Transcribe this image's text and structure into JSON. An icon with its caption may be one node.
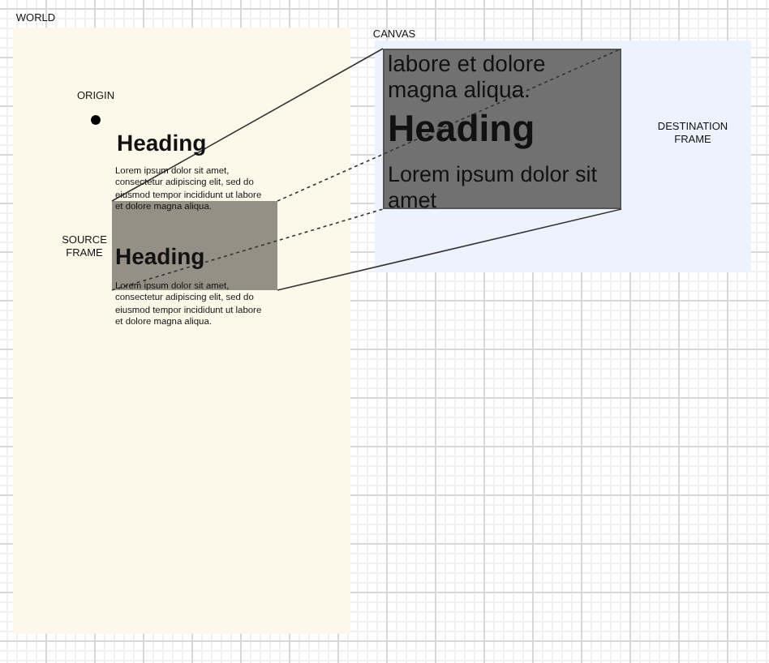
{
  "diagram": {
    "nodes": [
      {
        "text": [
          "WORLD"
        ]
      },
      {
        "text": [
          "ORIGIN"
        ],
        "in": 0
      },
      {
        "text": [
          "SOURCE FRAME"
        ],
        "in": 0
      },
      {
        "text": [
          "CANVAS"
        ]
      },
      {
        "text": [
          "labore et dolore magna aliqua.",
          "Heading",
          "Lorem ipsum dolor sit amet"
        ],
        "beside": [
          "DESTINATION FRAME"
        ],
        "in": 3
      }
    ],
    "edges": [
      {
        "from": 2,
        "to": 4,
        "arrow": "none"
      },
      {
        "from": 2,
        "to": 4,
        "arrow": "none",
        "style": "dashed"
      },
      {
        "from": 2,
        "to": 4,
        "arrow": "none",
        "style": "dashed"
      },
      {
        "from": 2,
        "to": 4,
        "arrow": "none"
      }
    ],
    "labels": [
      "Heading",
      "Lorem ipsum dolor sit amet, consectetur adipiscing elit, sed do eiusmod tempor incididunt ut labore et dolore magna aliqua.",
      "Heading",
      "Lorem ipsum dolor sit amet, consectetur adipiscing elit, sed do eiusmod tempor incididunt ut labore et dolore magna aliqua."
    ]
  }
}
